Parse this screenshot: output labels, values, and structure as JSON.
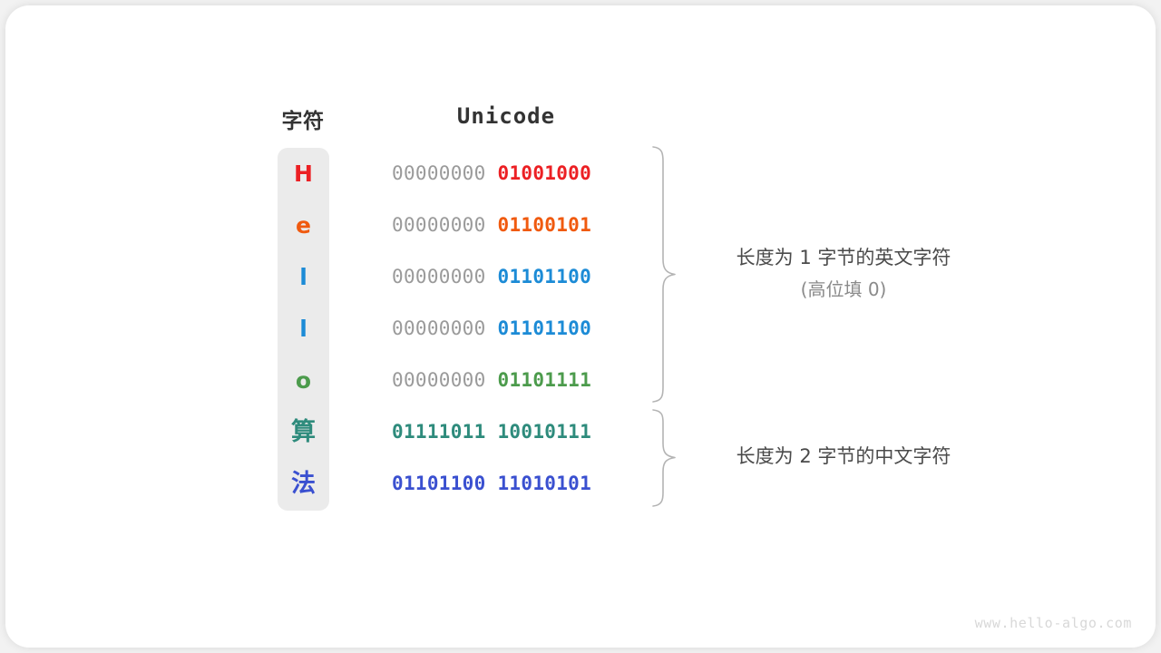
{
  "figure": {
    "title_char_column": "字符",
    "title_unicode_column": "Unicode",
    "watermark": "www.hello-algo.com",
    "background_color": "#f2f2f2",
    "card_color": "#ffffff",
    "char_column_bg": "#ebebeb",
    "padding_bits_color": "#9a9a9a"
  },
  "rows": [
    {
      "char": "H",
      "char_color": "#ec2024",
      "padding": "00000000 ",
      "code_bits": "01001000",
      "bits_color": "#ec2024",
      "group": "ascii"
    },
    {
      "char": "e",
      "char_color": "#f05a0f",
      "padding": "00000000 ",
      "code_bits": "01100101",
      "bits_color": "#f05a0f",
      "group": "ascii"
    },
    {
      "char": "l",
      "char_color": "#1c8bd6",
      "padding": "00000000 ",
      "code_bits": "01101100",
      "bits_color": "#1c8bd6",
      "group": "ascii"
    },
    {
      "char": "l",
      "char_color": "#1c8bd6",
      "padding": "00000000 ",
      "code_bits": "01101100",
      "bits_color": "#1c8bd6",
      "group": "ascii"
    },
    {
      "char": "o",
      "char_color": "#4c9b4c",
      "padding": "00000000 ",
      "code_bits": "01101111",
      "bits_color": "#4c9b4c",
      "group": "ascii"
    },
    {
      "char": "算",
      "char_color": "#2e8b7c",
      "padding": "",
      "code_bits": "01111011 10010111",
      "bits_color": "#2e8b7c",
      "group": "cjk"
    },
    {
      "char": "法",
      "char_color": "#3a50d0",
      "padding": "",
      "code_bits": "01101100 11010101",
      "bits_color": "#3a50d0",
      "group": "cjk"
    }
  ],
  "annotations": [
    {
      "id": "ascii-note",
      "main": "长度为 1 字节的英文字符",
      "sub": "(高位填 0)"
    },
    {
      "id": "cjk-note",
      "main": "长度为 2 字节的中文字符",
      "sub": ""
    }
  ]
}
